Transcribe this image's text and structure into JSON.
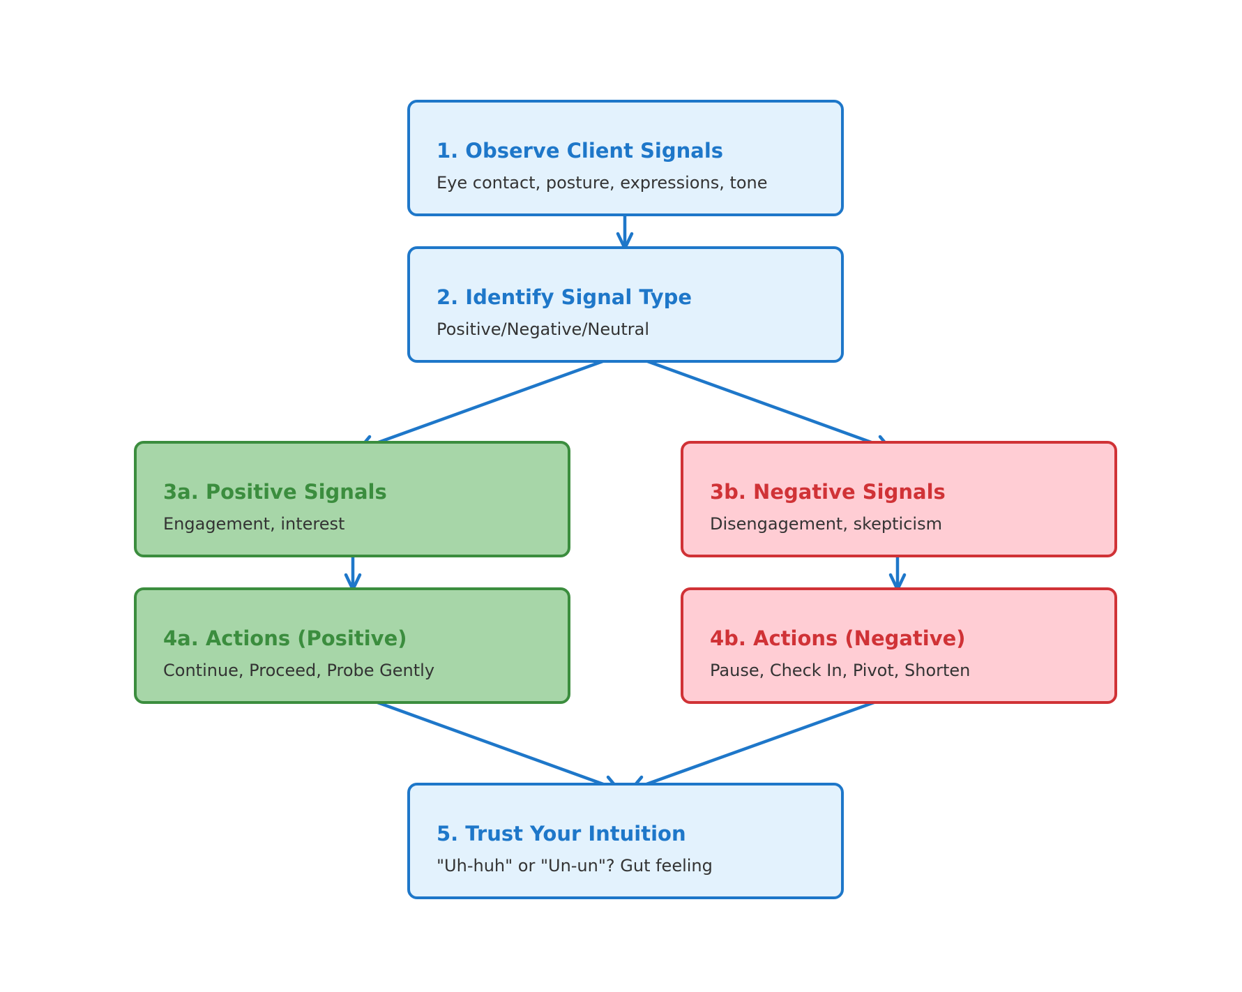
{
  "diagram": {
    "nodes": [
      {
        "id": "n1",
        "title": "1. Observe Client Signals",
        "subtitle": "Eye contact, posture, expressions, tone",
        "color": "#1e77c9",
        "fill": "#e3f2fd"
      },
      {
        "id": "n2",
        "title": "2. Identify Signal Type",
        "subtitle": "Positive/Negative/Neutral",
        "color": "#1e77c9",
        "fill": "#e3f2fd"
      },
      {
        "id": "n3a",
        "title": "3a. Positive Signals",
        "subtitle": "Engagement, interest",
        "color": "#3b8d3e",
        "fill": "#a7d6a8"
      },
      {
        "id": "n3b",
        "title": "3b. Negative Signals",
        "subtitle": "Disengagement, skepticism",
        "color": "#d03236",
        "fill": "#ffcdd4"
      },
      {
        "id": "n4a",
        "title": "4a. Actions (Positive)",
        "subtitle": "Continue, Proceed, Probe Gently",
        "color": "#3b8d3e",
        "fill": "#a7d6a8"
      },
      {
        "id": "n4b",
        "title": "4b. Actions (Negative)",
        "subtitle": "Pause, Check In, Pivot, Shorten",
        "color": "#d03236",
        "fill": "#ffcdd4"
      },
      {
        "id": "n5",
        "title": "5. Trust Your Intuition",
        "subtitle": "\"Uh-huh\" or \"Un-un\"? Gut feeling",
        "color": "#1e77c9",
        "fill": "#e3f2fd"
      }
    ],
    "edges": [
      {
        "from": "n1",
        "to": "n2"
      },
      {
        "from": "n2",
        "to": "n3a"
      },
      {
        "from": "n2",
        "to": "n3b"
      },
      {
        "from": "n3a",
        "to": "n4a"
      },
      {
        "from": "n3b",
        "to": "n4b"
      },
      {
        "from": "n4a",
        "to": "n5"
      },
      {
        "from": "n4b",
        "to": "n5"
      }
    ],
    "arrow_color": "#1e77c9"
  }
}
